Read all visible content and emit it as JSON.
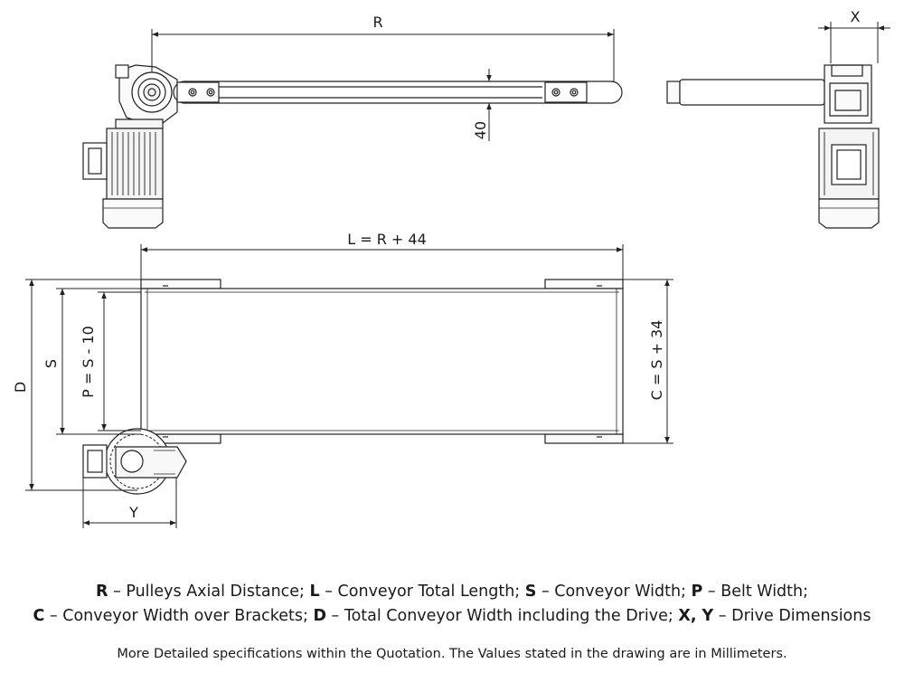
{
  "dimensions": {
    "R": "R",
    "X": "X",
    "h40": "40",
    "L": "L = R + 44",
    "D": "D",
    "S": "S",
    "P": "P = S - 10",
    "C": "C = S + 34",
    "Y": "Y"
  },
  "legend": {
    "line1": [
      {
        "key": "R",
        "text": " – Pulleys Axial Distance; "
      },
      {
        "key": "L",
        "text": " – Conveyor Total Length; "
      },
      {
        "key": "S",
        "text": " – Conveyor Width; "
      },
      {
        "key": "P",
        "text": " – Belt Width;"
      }
    ],
    "line2": [
      {
        "key": "C",
        "text": " – Conveyor Width over Brackets; "
      },
      {
        "key": "D",
        "text": " – Total Conveyor Width including the Drive; "
      },
      {
        "key": "X, Y",
        "text": " – Drive Dimensions"
      }
    ]
  },
  "footnote": "More Detailed specifications within the Quotation. The Values stated in the drawing are in Millimeters."
}
